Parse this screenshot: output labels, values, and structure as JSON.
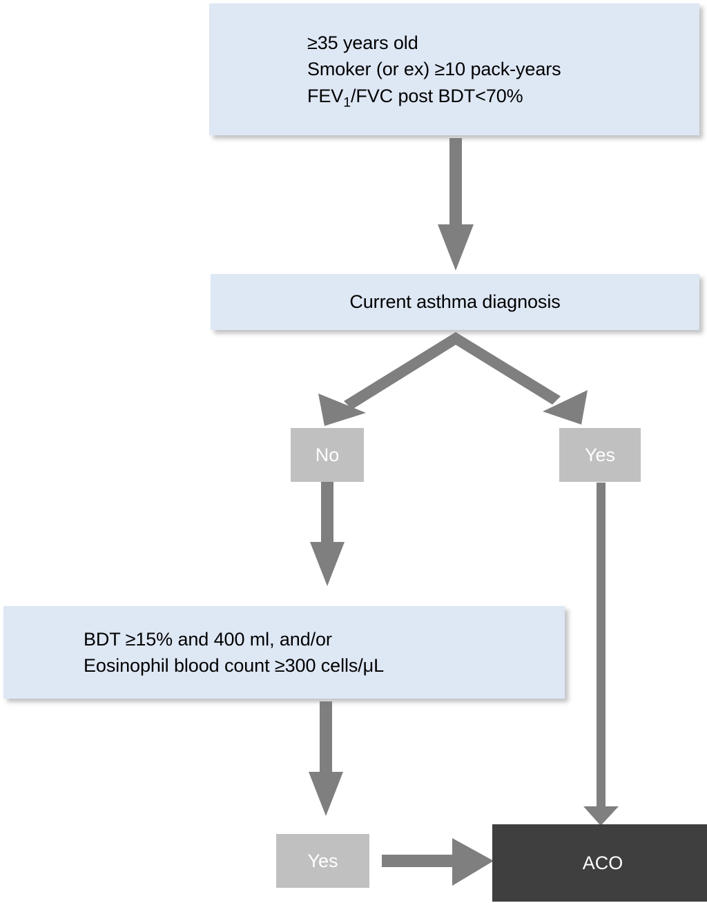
{
  "diagram": {
    "title": "ACO diagnostic algorithm flowchart",
    "type": "flowchart",
    "colors": {
      "criteria_box": "#dee7f4",
      "decision_box": "#c0c0c0",
      "outcome_box": "#3f3f3f",
      "arrow": "#7f7f7f",
      "text_dark": "#000000",
      "text_light": "#ffffff",
      "background": "#ffffff"
    },
    "nodes": {
      "criteria_entry": {
        "line1": "≥35 years old",
        "line2": "Smoker (or ex) ≥10 pack-years",
        "line3_pre": "FEV",
        "line3_sub": "1",
        "line3_post": "/FVC post BDT<70%"
      },
      "asthma_question": {
        "label": "Current asthma diagnosis"
      },
      "branch_no": {
        "label": "No"
      },
      "branch_yes": {
        "label": "Yes"
      },
      "biomarker_criteria": {
        "line1": "BDT ≥15% and 400 ml, and/or",
        "line2": "Eosinophil blood count ≥300 cells/μL"
      },
      "biomarker_yes": {
        "label": "Yes"
      },
      "outcome": {
        "label": "ACO"
      }
    },
    "edges": [
      {
        "name": "entry-to-asthma",
        "from": "criteria_entry",
        "to": "asthma_question",
        "label": ""
      },
      {
        "name": "asthma-to-no",
        "from": "asthma_question",
        "to": "branch_no",
        "label": ""
      },
      {
        "name": "asthma-to-yes",
        "from": "asthma_question",
        "to": "branch_yes",
        "label": ""
      },
      {
        "name": "no-to-biomarker",
        "from": "branch_no",
        "to": "biomarker_criteria",
        "label": ""
      },
      {
        "name": "biomarker-to-yes",
        "from": "biomarker_criteria",
        "to": "biomarker_yes",
        "label": ""
      },
      {
        "name": "yes-to-aco",
        "from": "biomarker_yes",
        "to": "outcome",
        "label": ""
      },
      {
        "name": "branchyes-to-aco",
        "from": "branch_yes",
        "to": "outcome",
        "label": ""
      }
    ]
  }
}
